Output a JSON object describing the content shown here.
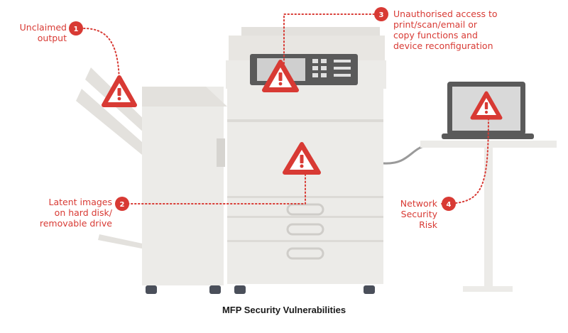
{
  "callouts": [
    {
      "number": "1",
      "lines": [
        "Unclaimed",
        "output"
      ]
    },
    {
      "number": "2",
      "lines": [
        "Latent images",
        "on hard disk/",
        "removable drive"
      ]
    },
    {
      "number": "3",
      "lines": [
        "Unauthorised access to",
        "print/scan/email or",
        "copy functions and",
        "device reconfiguration"
      ]
    },
    {
      "number": "4",
      "lines": [
        "Network",
        "Security",
        "Risk"
      ]
    }
  ],
  "caption": "MFP Security Vulnerabilities",
  "colors": {
    "accent": "#d83a34",
    "machine": "#ecebe8",
    "machine_shade": "#dcdad6",
    "dark": "#5a5a5a"
  }
}
